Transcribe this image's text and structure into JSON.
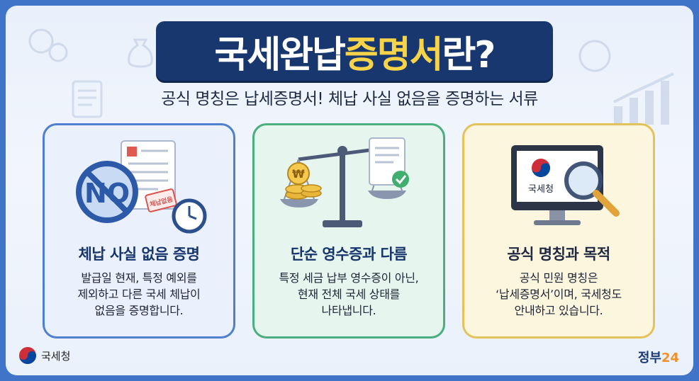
{
  "title": {
    "main": "국세완납",
    "highlight": "증명서",
    "end": "란?"
  },
  "subtitle": "공식 명칭은 납세증명서! 체납 사실 없음을 증명하는 서류",
  "cards": [
    {
      "title": "체납 사실 없음 증명",
      "body": [
        "발급일 현재, 특정 예외를",
        "제외하고 다른 국세 체납이",
        "없음을 증명합니다."
      ],
      "illus": {
        "no_sign": "NO",
        "stamp": "체납없음"
      }
    },
    {
      "title": "단순 영수증과 다름",
      "body": [
        "특정 세금 납부 영수증이 아닌,",
        "현재 전체 국세 상태를",
        "나타냅니다."
      ],
      "illus": {
        "coin": "₩"
      }
    },
    {
      "title": "공식 명칭과 목적",
      "body": [
        "공식 민원 명칭은",
        "‘납세증명서’이며, 국세청도",
        "안내하고 있습니다."
      ],
      "illus": {
        "screen_label": "국세청"
      }
    }
  ],
  "footer": {
    "left_logo": "국세청",
    "right_a": "정부",
    "right_b": "24"
  },
  "colors": {
    "navy": "#17376e",
    "highlight": "#f7d34a",
    "blue": "#4f7fcf",
    "green": "#4aae7f",
    "gold": "#e3c25c"
  }
}
